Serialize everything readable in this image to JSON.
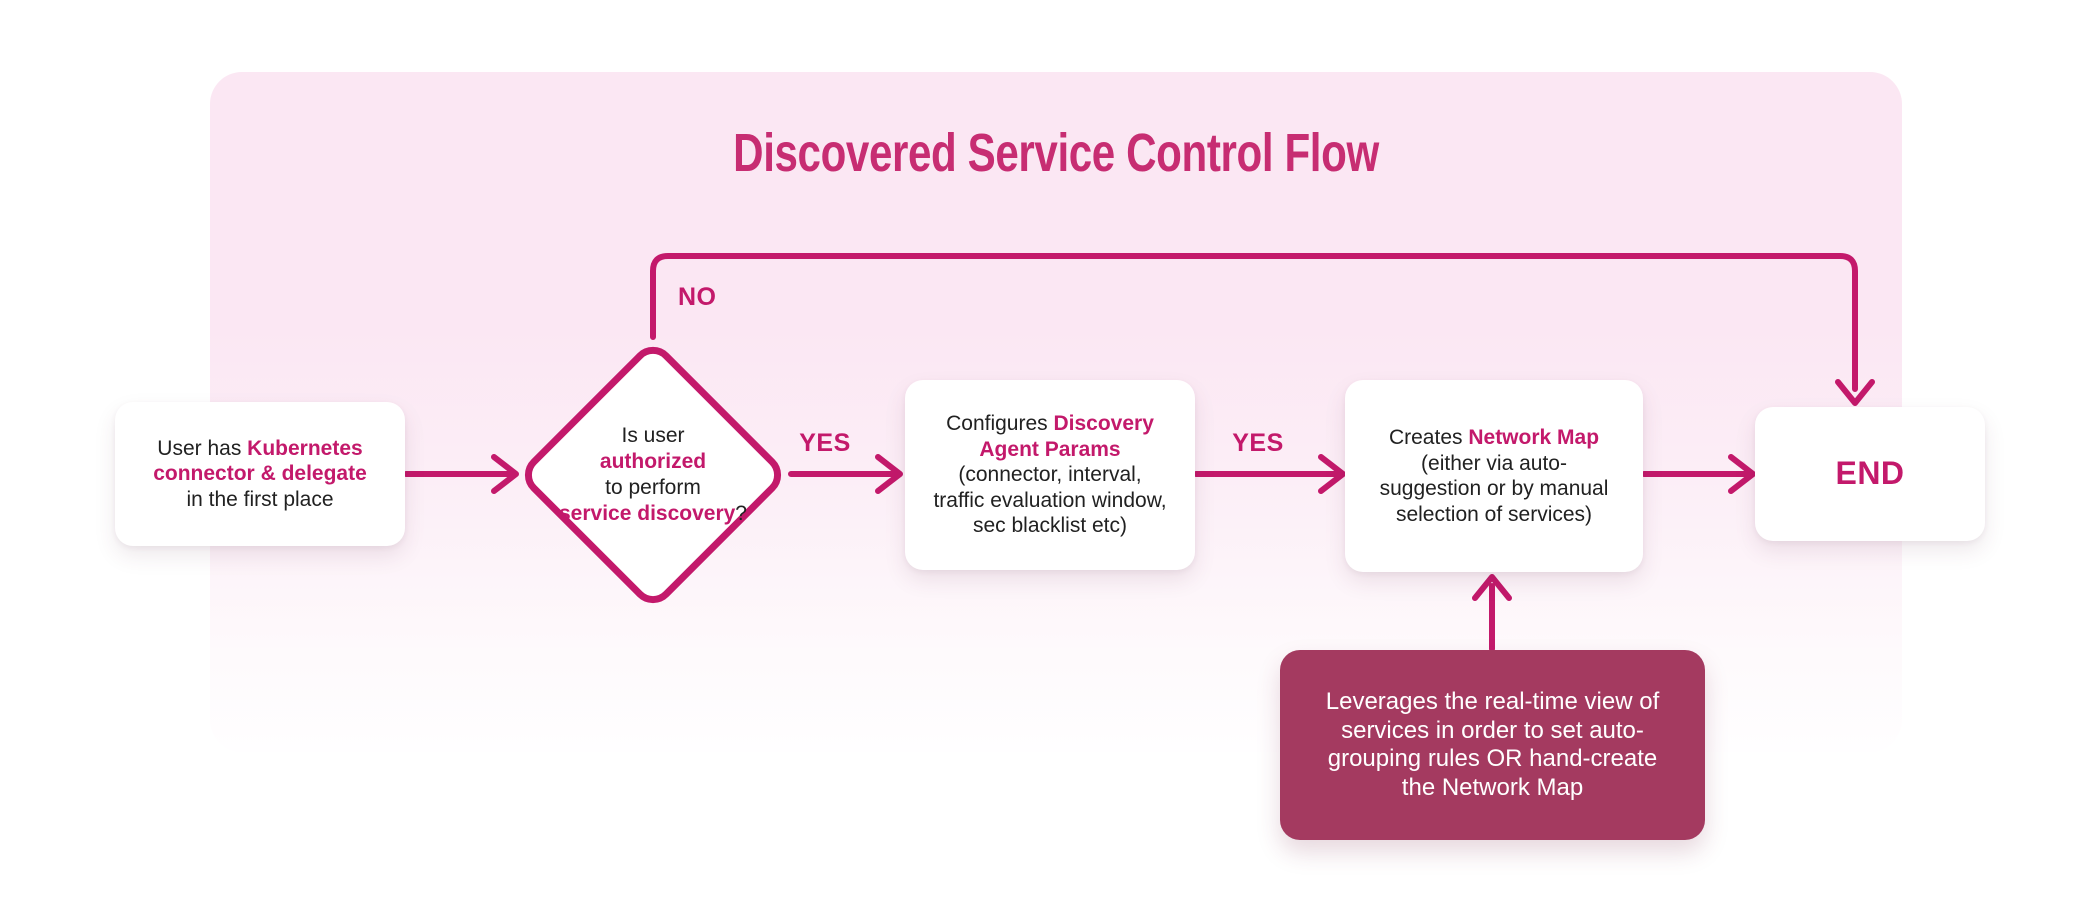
{
  "title": "Discovered Service Control Flow",
  "labels": {
    "no": "NO",
    "yes_authorized": "YES",
    "yes_configured": "YES"
  },
  "nodes": {
    "start": {
      "lines": [
        [
          {
            "t": "User has ",
            "a": false
          },
          {
            "t": "Kubernetes",
            "a": true
          }
        ],
        [
          {
            "t": "connector & delegate",
            "a": true
          }
        ],
        [
          {
            "t": "in the first place",
            "a": false
          }
        ]
      ]
    },
    "decision": {
      "lines": [
        [
          {
            "t": "Is user",
            "a": false
          }
        ],
        [
          {
            "t": "authorized",
            "a": true
          }
        ],
        [
          {
            "t": "to perform",
            "a": false
          }
        ],
        [
          {
            "t": "service discovery",
            "a": true
          },
          {
            "t": "?",
            "a": false
          }
        ]
      ]
    },
    "configure": {
      "lines": [
        [
          {
            "t": "Configures ",
            "a": false
          },
          {
            "t": "Discovery",
            "a": true
          }
        ],
        [
          {
            "t": "Agent Params",
            "a": true
          }
        ],
        [
          {
            "t": "(connector, interval,",
            "a": false
          }
        ],
        [
          {
            "t": "traffic evaluation window,",
            "a": false
          }
        ],
        [
          {
            "t": "sec blacklist etc)",
            "a": false
          }
        ]
      ]
    },
    "create": {
      "lines": [
        [
          {
            "t": "Creates ",
            "a": false
          },
          {
            "t": "Network Map",
            "a": true
          }
        ],
        [
          {
            "t": "(either via auto-",
            "a": false
          }
        ],
        [
          {
            "t": "suggestion or by manual",
            "a": false
          }
        ],
        [
          {
            "t": "selection of services)",
            "a": false
          }
        ]
      ]
    },
    "end": {
      "label": "END"
    },
    "note": {
      "lines": [
        [
          {
            "t": "Leverages the real-time view of",
            "a": false
          }
        ],
        [
          {
            "t": "services in order to set auto-",
            "a": false
          }
        ],
        [
          {
            "t": "grouping rules OR hand-create",
            "a": false
          }
        ],
        [
          {
            "t": "the Network Map",
            "a": false
          }
        ]
      ]
    }
  },
  "colors": {
    "accent": "#C3196B",
    "title": "#C72D72",
    "panel_top": "#FBE7F3",
    "note_bg": "#A43A60",
    "note_text": "#FFFFFF",
    "text": "#212121",
    "node_bg": "#FFFFFF"
  }
}
